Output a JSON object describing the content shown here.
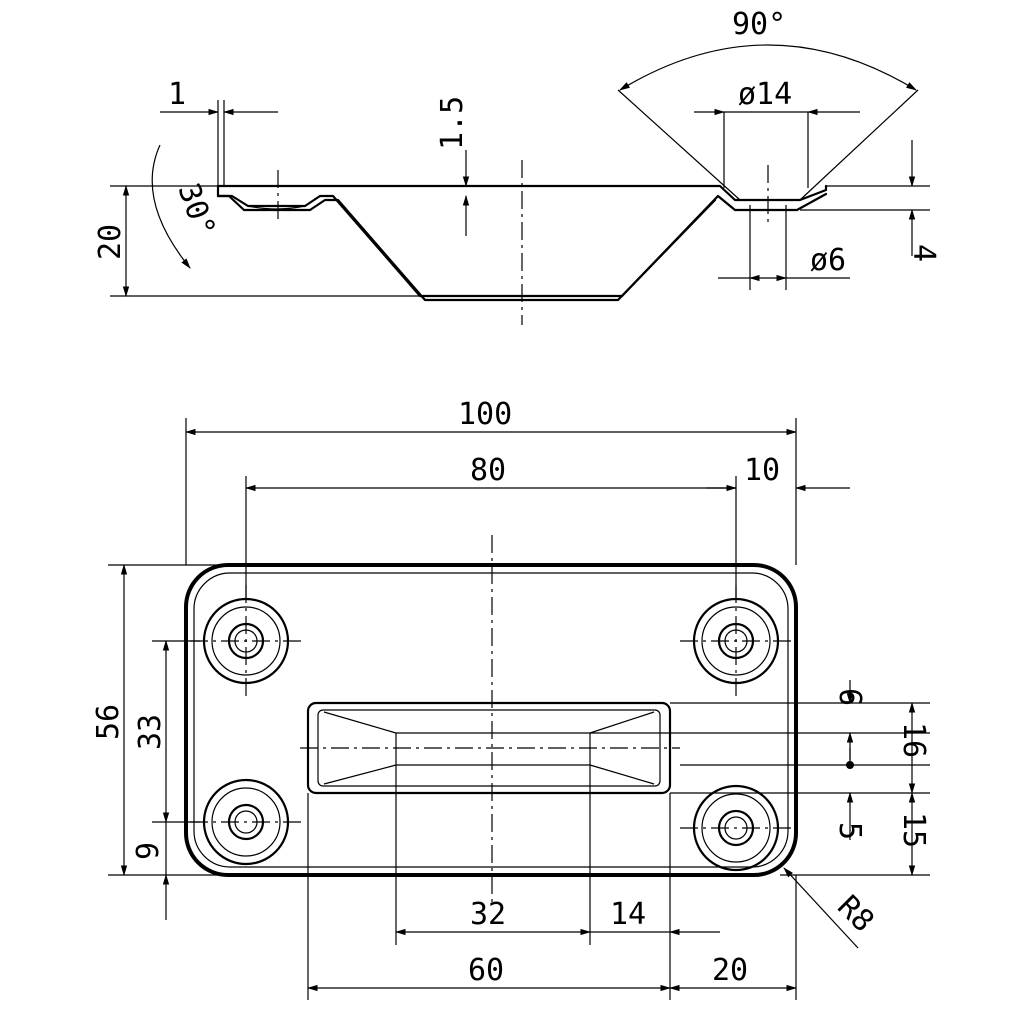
{
  "side_view": {
    "labels": {
      "angle_90": "90°",
      "dia_14": "ø14",
      "dim_1": "1",
      "dim_1_5": "1.5",
      "dim_20": "20",
      "angle_30": "30°",
      "dim_4": "4",
      "dia_6": "ø6"
    }
  },
  "top_view": {
    "labels": {
      "dim_100": "100",
      "dim_80": "80",
      "dim_10": "10",
      "dim_56": "56",
      "dim_33": "33",
      "dim_9": "9",
      "dim_6": "6",
      "dim_16": "16",
      "dim_5": "5",
      "dim_15": "15",
      "dim_32": "32",
      "dim_14": "14",
      "dim_60": "60",
      "dim_20": "20",
      "radius_8": "R8"
    }
  }
}
